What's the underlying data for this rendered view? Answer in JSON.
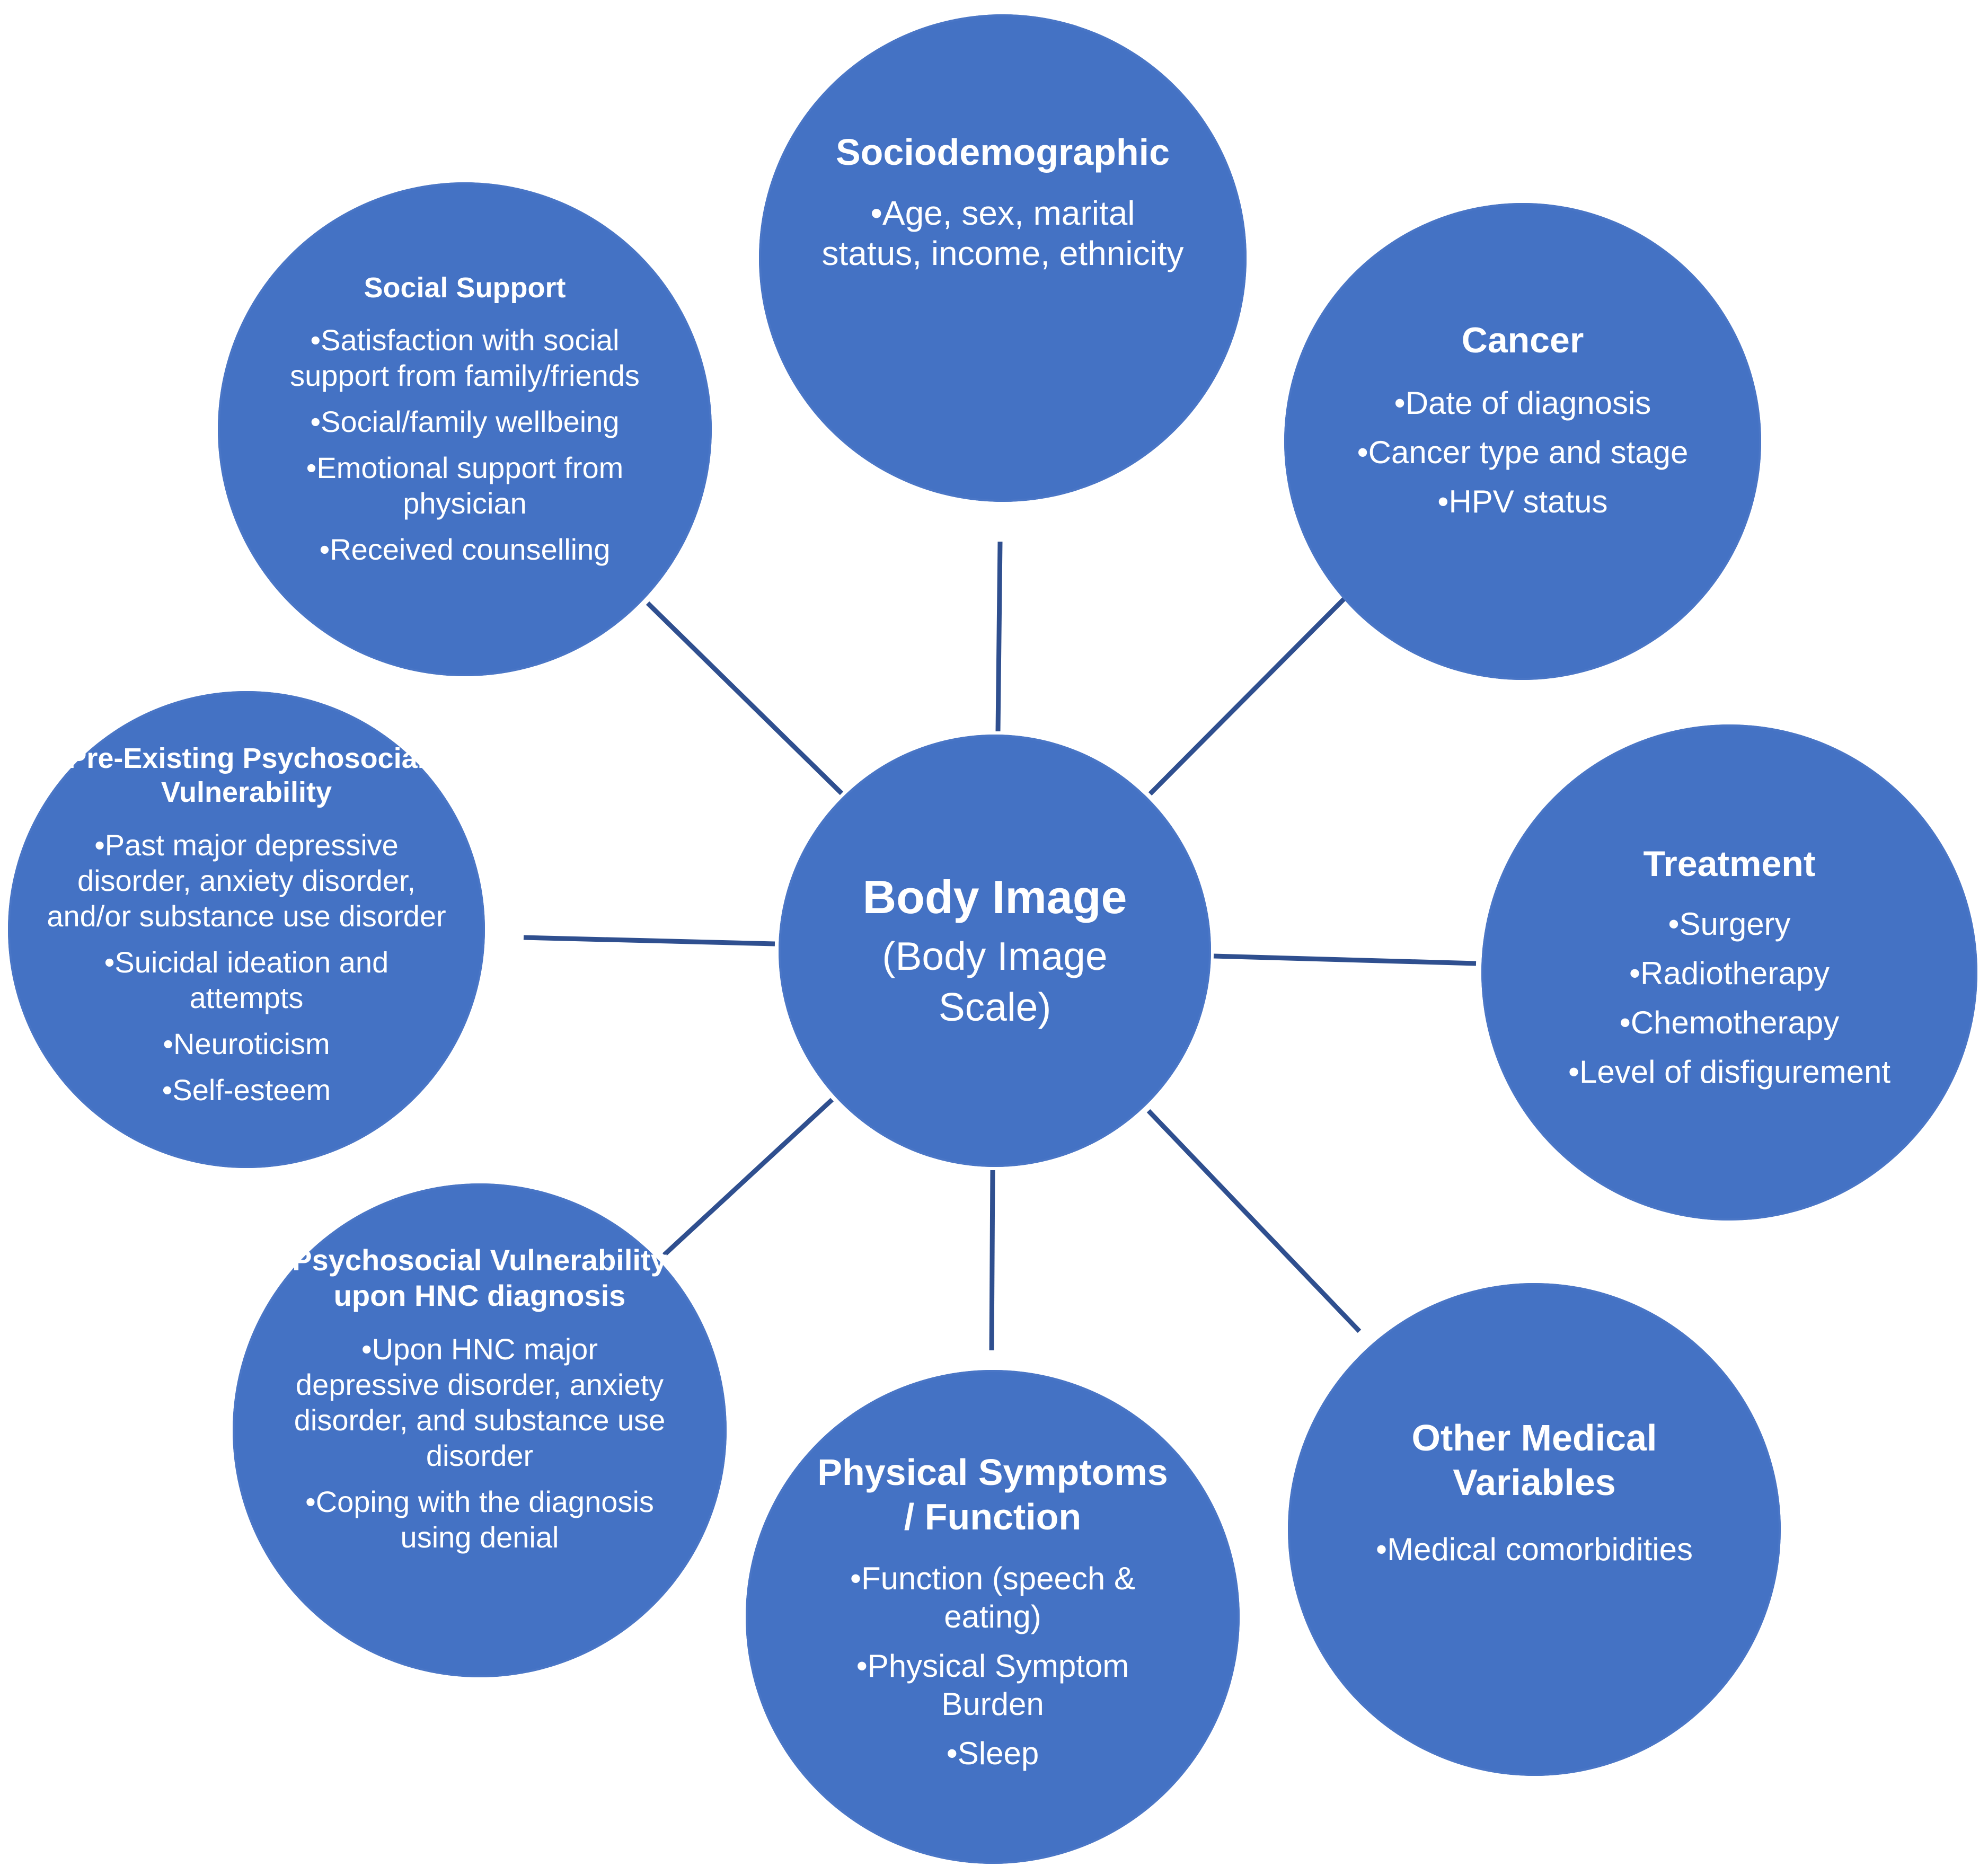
{
  "colors": {
    "node_fill": "#4472c4",
    "node_border": "#4a76c6",
    "connector": "#2f4f8f",
    "text": "#ffffff"
  },
  "center": {
    "title": "Body Image",
    "subtitle": "(Body Image Scale)"
  },
  "nodes": {
    "sociodemographic": {
      "title": "Sociodemographic",
      "items": [
        "Age, sex, marital status, income, ethnicity"
      ]
    },
    "cancer": {
      "title": "Cancer",
      "items": [
        "Date of diagnosis",
        "Cancer type and stage",
        "HPV status"
      ]
    },
    "treatment": {
      "title": "Treatment",
      "items": [
        "Surgery",
        "Radiotherapy",
        "Chemotherapy",
        "Level of disfigurement"
      ]
    },
    "other_medical": {
      "title": "Other Medical Variables",
      "items": [
        "Medical comorbidities"
      ]
    },
    "physical": {
      "title": "Physical Symptoms / Function",
      "items": [
        "Function (speech & eating)",
        "Physical Symptom Burden",
        "Sleep"
      ]
    },
    "psychosocial_hnc": {
      "title": "Psychosocial Vulnerability upon HNC diagnosis",
      "items": [
        "Upon HNC major depressive disorder, anxiety disorder, and substance use disorder",
        "Coping with the diagnosis using denial"
      ]
    },
    "pre_existing": {
      "title": "Pre-Existing Psychosocial Vulnerability",
      "items": [
        "Past major depressive disorder, anxiety disorder, and/or substance use disorder",
        "Suicidal ideation and attempts",
        "Neuroticism",
        "Self-esteem"
      ]
    },
    "social_support": {
      "title": "Social Support",
      "items": [
        "Satisfaction with social support from family/friends",
        "Social/family wellbeing",
        "Emotional support from physician",
        "Received counselling"
      ]
    }
  }
}
